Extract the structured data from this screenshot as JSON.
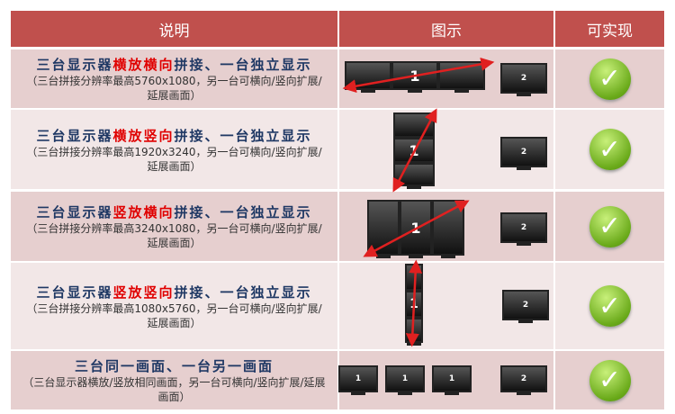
{
  "header": {
    "col1": "说明",
    "col2": "图示",
    "col3": "可实现"
  },
  "rows": [
    {
      "pre": "三台显示器",
      "hl": "横放横向",
      "post": "拼接、一台独立显示",
      "sub": "（三台拼接分辨率最高5760x1080，另一台可横向/竖向扩展/延展画面）",
      "a": "1",
      "b": "2"
    },
    {
      "pre": "三台显示器",
      "hl": "横放竖向",
      "post": "拼接、一台独立显示",
      "sub": "（三台拼接分辨率最高1920x3240，另一台可横向/竖向扩展/延展画面）",
      "a": "1",
      "b": "2"
    },
    {
      "pre": "三台显示器",
      "hl": "竖放横向",
      "post": "拼接、一台独立显示",
      "sub": "（三台拼接分辨率最高3240x1080，另一台可横向/竖向扩展/延展画面）",
      "a": "1",
      "b": "2"
    },
    {
      "pre": "三台显示器",
      "hl": "竖放竖向",
      "post": "拼接、一台独立显示",
      "sub": "（三台拼接分辨率最高1080x5760，另一台可横向/竖向扩展/延展画面）",
      "a": "1",
      "b": "2"
    },
    {
      "pre": "三台同一画面、一台另一画面",
      "hl": "",
      "post": "",
      "sub": "（三台显示器横放/竖放相同画面，另一台可横向/竖向扩展/延展画面）",
      "a": "1",
      "b": "2"
    }
  ],
  "check": "✓",
  "colors": {
    "header": "#c0504d",
    "highlight": "#e00000",
    "title": "#1f3864"
  }
}
